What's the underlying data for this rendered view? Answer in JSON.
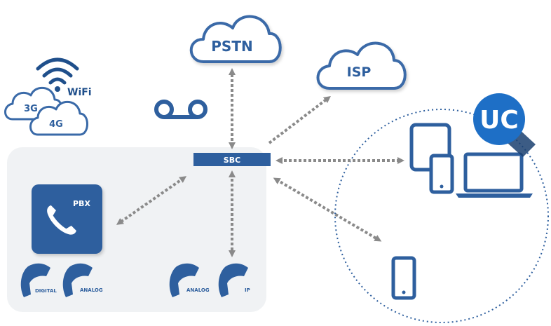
{
  "clouds": {
    "pstn": "PSTN",
    "isp": "ISP",
    "g3": "3G",
    "g4": "4G"
  },
  "wifi_label": "WiFi",
  "sbc_label": "SBC",
  "pbx_label": "PBX",
  "handsets": {
    "digital": "DIGITAL",
    "analog_left": "ANALOG",
    "analog_right": "ANALOG",
    "ip": "IP"
  },
  "uc_badge": "UC",
  "colors": {
    "primary": "#2e5f9e",
    "cloud_stroke": "#3a6aa8",
    "dark_blue": "#1f4f8b",
    "arrow_gray": "#8a8a8a",
    "panel_bg": "#f0f2f4",
    "badge_bg": "#1e6fc6"
  }
}
